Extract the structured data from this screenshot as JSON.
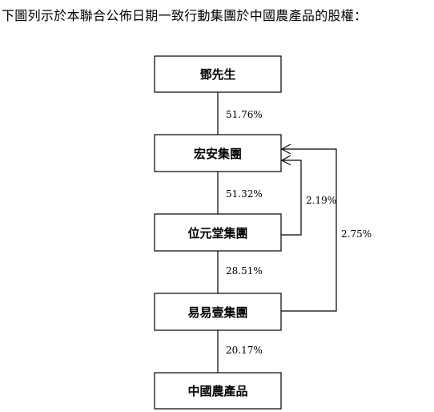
{
  "intro": "下圖列示於本聯合公佈日期一致行動集團於中國農產品的股權：",
  "entities": [
    {
      "id": "deng",
      "label": "鄧先生"
    },
    {
      "id": "hongan",
      "label": "宏安集團"
    },
    {
      "id": "weiyuantang",
      "label": "位元堂集團"
    },
    {
      "id": "yiyiyi",
      "label": "易易壹集團"
    },
    {
      "id": "cap",
      "label": "中國農產品"
    }
  ],
  "holdings": [
    {
      "from": "deng",
      "to": "hongan",
      "percent": "51.76%"
    },
    {
      "from": "hongan",
      "to": "weiyuantang",
      "percent": "51.32%"
    },
    {
      "from": "weiyuantang",
      "to": "yiyiyi",
      "percent": "28.51%"
    },
    {
      "from": "yiyiyi",
      "to": "cap",
      "percent": "20.17%"
    },
    {
      "from": "weiyuantang",
      "to": "hongan",
      "percent": "2.19%"
    },
    {
      "from": "yiyiyi",
      "to": "hongan",
      "percent": "2.75%"
    }
  ]
}
